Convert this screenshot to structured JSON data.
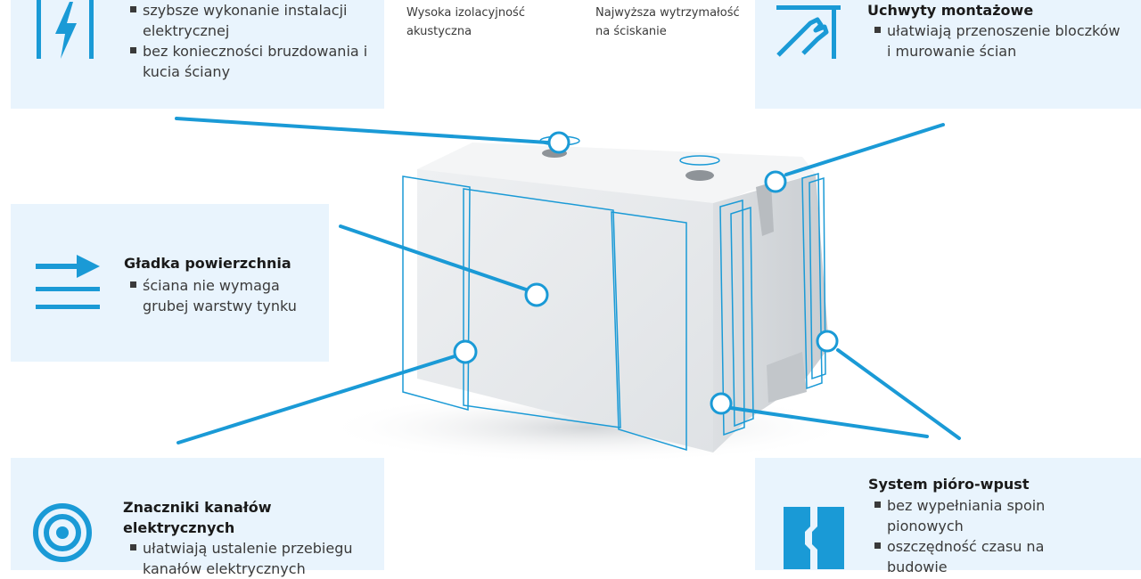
{
  "colors": {
    "accent": "#1a9ad6",
    "panel": "#e9f4fd",
    "text": "#3a3a3a"
  },
  "top_left": {
    "icon": "electric-bolt-icon",
    "bullets": [
      "szybsze wykonanie instalacji elektrycznej",
      "bez konieczności bruzdowania i kucia ściany"
    ]
  },
  "top_center": {
    "acoustic": "Wysoka izolacyjność akustyczna",
    "strength": "Najwyższa wytrzymałość na ściskanie"
  },
  "top_right": {
    "icon": "hand-grip-icon",
    "title": "Uchwyty montażowe",
    "bullets": [
      "ułatwiają przenoszenie bloczków i murowanie ścian"
    ]
  },
  "middle_left": {
    "icon": "smooth-surface-arrow-icon",
    "title": "Gładka powierzchnia",
    "bullets": [
      "ściana nie wymaga grubej warstwy tynku"
    ]
  },
  "bottom_left": {
    "icon": "concentric-circles-icon",
    "title": "Znaczniki kanałów elektrycznych",
    "bullets": [
      "ułatwiają ustalenie przebiegu kanałów elektrycznych"
    ]
  },
  "bottom_right": {
    "icon": "tongue-groove-icon",
    "title": "System pióro-wpust",
    "bullets": [
      "bez wypełniania spoin pionowych",
      "oszczędność czasu na budowie"
    ]
  }
}
